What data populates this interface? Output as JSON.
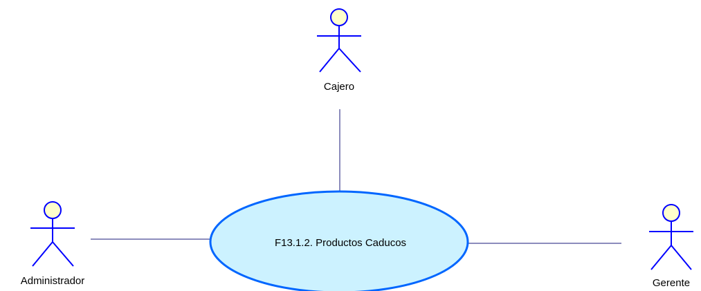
{
  "diagram": {
    "actors": [
      {
        "id": "cajero",
        "label": "Cajero"
      },
      {
        "id": "administrador",
        "label": "Administrador"
      },
      {
        "id": "gerente",
        "label": "Gerente"
      }
    ],
    "use_case": {
      "label": "F13.1.2. Productos Caducos"
    },
    "colors": {
      "actor_head_fill": "#ffffcc",
      "actor_stroke": "#0000ff",
      "use_case_fill": "#ccf2ff",
      "use_case_stroke": "#0066ff",
      "association_line": "#1a1a7a"
    }
  }
}
